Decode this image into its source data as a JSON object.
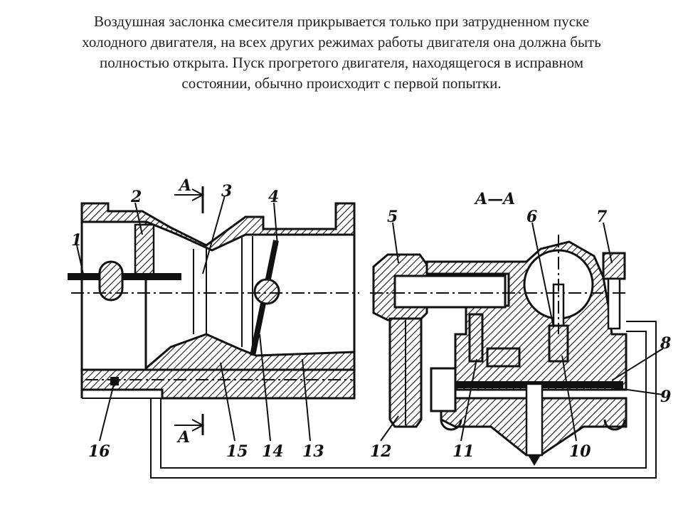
{
  "caption": {
    "line1": "Воздушная заслонка смесителя прикрывается только при затрудненном пуске",
    "line2": "холодного двигателя, на всех других режимах работы двигателя она должна быть",
    "line3": "полностью открыта. Пуск прогретого двигателя, находящегося в исправном",
    "line4": "состоянии, обычно происходит с первой попытки."
  },
  "diagram": {
    "section_label": "A—A",
    "arrow_label": "A",
    "parts": [
      "1",
      "2",
      "3",
      "4",
      "5",
      "6",
      "7",
      "8",
      "9",
      "10",
      "11",
      "12",
      "13",
      "14",
      "15",
      "16"
    ]
  }
}
